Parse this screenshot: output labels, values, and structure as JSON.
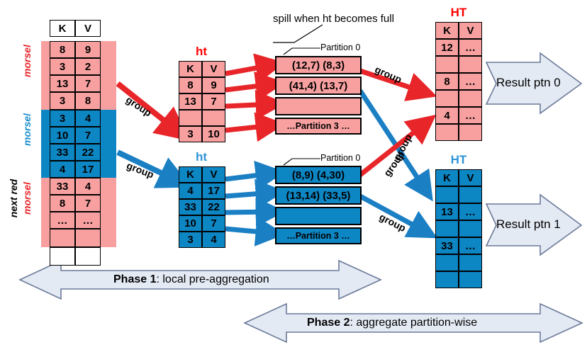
{
  "colors": {
    "red_fill": "#F8A0A0",
    "blue_fill": "#0D86C4",
    "red_accent": "#FF0000",
    "blue_accent": "#2E93D6",
    "arrow_red": "#E8262A",
    "arrow_blue": "#1B7FC4",
    "phase_fill": "#E4EAF4",
    "phase_stroke": "#6B7A99"
  },
  "input_table": {
    "name": "morsel-input-table",
    "headers": [
      "K",
      "V"
    ],
    "rows": [
      {
        "k": "8",
        "v": "9",
        "color": "red"
      },
      {
        "k": "3",
        "v": "2",
        "color": "red"
      },
      {
        "k": "13",
        "v": "7",
        "color": "red"
      },
      {
        "k": "3",
        "v": "8",
        "color": "red"
      },
      {
        "k": "3",
        "v": "4",
        "color": "blue"
      },
      {
        "k": "10",
        "v": "7",
        "color": "blue"
      },
      {
        "k": "33",
        "v": "22",
        "color": "blue"
      },
      {
        "k": "4",
        "v": "17",
        "color": "blue"
      },
      {
        "k": "33",
        "v": "4",
        "color": "red"
      },
      {
        "k": "8",
        "v": "7",
        "color": "red"
      },
      {
        "k": "…",
        "v": "…",
        "color": "red"
      }
    ],
    "side_labels": [
      {
        "text": "morsel",
        "color": "red"
      },
      {
        "text": "morsel",
        "color": "blue"
      },
      {
        "text": "morsel",
        "color": "red"
      },
      {
        "text": "next red",
        "color": "black"
      }
    ]
  },
  "ht_red": {
    "title": "ht",
    "headers": [
      "K",
      "V"
    ],
    "rows": [
      {
        "k": "8",
        "v": "9"
      },
      {
        "k": "13",
        "v": "7"
      },
      {
        "k": "",
        "v": ""
      },
      {
        "k": "3",
        "v": "10"
      }
    ]
  },
  "ht_blue": {
    "title": "ht",
    "headers": [
      "K",
      "V"
    ],
    "rows": [
      {
        "k": "4",
        "v": "17"
      },
      {
        "k": "33",
        "v": "22"
      },
      {
        "k": "10",
        "v": "7"
      },
      {
        "k": "3",
        "v": "4"
      }
    ]
  },
  "partitions_red": {
    "callout": "Partition 0",
    "bars": [
      "(12,7)  (8,3)",
      "(41,4) (13,7)",
      "",
      "…Partition 3 …"
    ]
  },
  "partitions_blue": {
    "callout": "Partition 0",
    "bars": [
      "(8,9)  (4,30)",
      "(13,14) (33,5)",
      "",
      "…Partition 3 …"
    ]
  },
  "HT_red": {
    "title": "HT",
    "headers": [
      "K",
      "V"
    ],
    "rows": [
      {
        "k": "12",
        "v": "…"
      },
      {
        "k": "",
        "v": ""
      },
      {
        "k": "8",
        "v": "…"
      },
      {
        "k": "",
        "v": ""
      },
      {
        "k": "4",
        "v": "…"
      },
      {
        "k": "",
        "v": ""
      }
    ]
  },
  "HT_blue": {
    "title": "HT",
    "headers": [
      "K",
      "V"
    ],
    "rows": [
      {
        "k": "",
        "v": ""
      },
      {
        "k": "13",
        "v": "…"
      },
      {
        "k": "",
        "v": ""
      },
      {
        "k": "33",
        "v": "…"
      },
      {
        "k": "",
        "v": ""
      },
      {
        "k": "",
        "v": ""
      }
    ]
  },
  "annotations": {
    "spill_note": "spill when ht becomes full",
    "group_1": "group",
    "group_2": "group",
    "group_3": "group",
    "group_4": "group",
    "group_5": "group",
    "group_6": "group"
  },
  "results": {
    "ptn0": "Result ptn 0",
    "ptn1": "Result ptn 1"
  },
  "phases": {
    "phase1_bold": "Phase 1",
    "phase1_rest": ": local pre-aggregation",
    "phase2_bold": "Phase 2",
    "phase2_rest": ": aggregate partition-wise"
  }
}
